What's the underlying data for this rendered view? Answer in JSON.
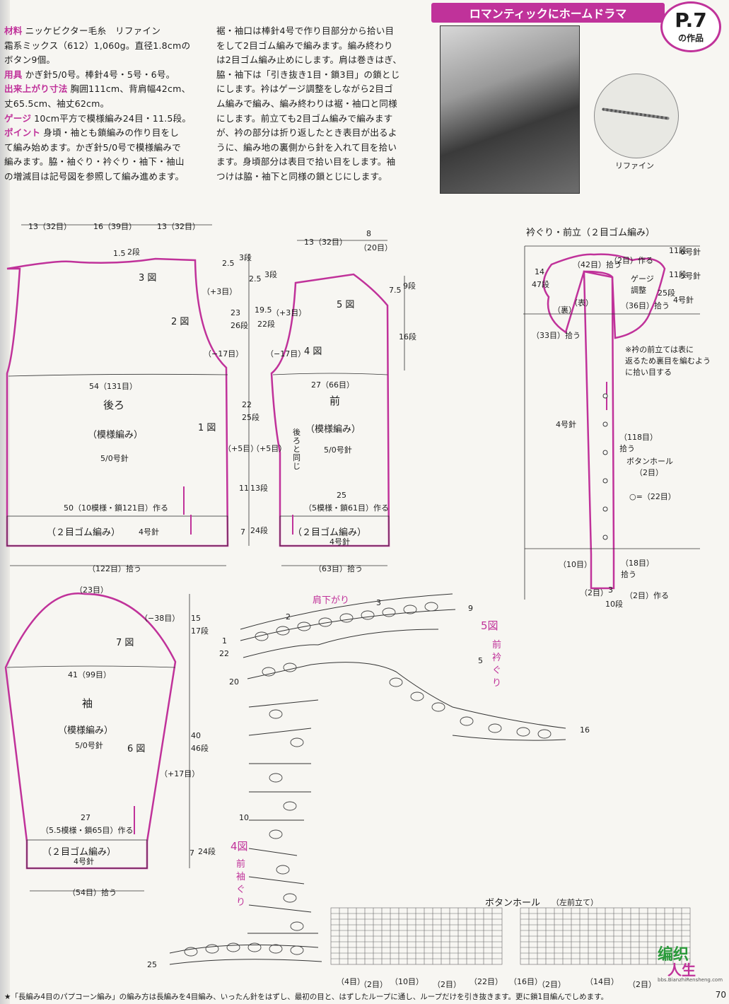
{
  "header": {
    "title": "ロマンティックにホームドラマ",
    "page_ref": "P.7",
    "page_ref_label": "の作品"
  },
  "materials": {
    "yarn_label": "材料",
    "yarn": "ニッケビクター毛糸　リファイン",
    "yarn2": "霜系ミックス（612）1,060g。直径1.8cmの",
    "yarn3": "ボタン9個。",
    "tools_label": "用具",
    "tools": "かぎ針5/0号。棒針4号・5号・6号。",
    "size_label": "出来上がり寸法",
    "size": "胸囲111cm、背肩幅42cm、",
    "size2": "丈65.5cm、袖丈62cm。",
    "gauge_label": "ゲージ",
    "gauge": "10cm平方で模様編み24目・11.5段。",
    "point_label": "ポイント",
    "point": "身頃・袖とも鎖編みの作り目をし",
    "point2": "て編み始めます。かぎ針5/0号で模様編みで",
    "point3": "編みます。脇・袖ぐり・衿ぐり・袖下・袖山",
    "point4": "の増減目は記号図を参照して編み進めます。"
  },
  "instructions": [
    "裾・袖口は棒針4号で作り目部分から拾い目",
    "をして2目ゴム編みで編みます。編み終わり",
    "は2目ゴム編み止めにします。肩は巻きはぎ、",
    "脇・袖下は「引き抜き1目・鎖3目」の鎖とじ",
    "にします。衿はゲージ調整をしながら2目ゴ",
    "ム編みで編み、編み終わりは裾・袖口と同様",
    "にします。前立ても2目ゴム編みで編みます",
    "が、衿の部分は折り返したとき表目が出るよ",
    "うに、編み地の裏側から針を入れて目を拾い",
    "ます。身頃部分は表目で拾い目をします。袖",
    "つけは脇・袖下と同様の鎖とじにします。"
  ],
  "yarn_sample_label": "リファイン",
  "back": {
    "name": "後ろ",
    "stitch": "（模様編み）",
    "needle": "5/0号針",
    "top_left": "13（32目）",
    "top_mid": "16（39目）",
    "top_right": "13（32目）",
    "neck": "1.5",
    "neck_rows": "2段",
    "fig3": "3 図",
    "fig2": "2 図",
    "fig1": "1 図",
    "plus3": "（+3目）",
    "minus17": "（−17目）",
    "width": "54（131目）",
    "cast": "50（10模様・鎖121目）作る",
    "rib": "（２目ゴム編み）",
    "rib_needle": "4号針",
    "pickup": "（122目）拾う"
  },
  "mid_dims": {
    "d1": "2.5",
    "d1r": "3段",
    "d2": "2.5",
    "d2r": "3段",
    "d3": "23",
    "d3r": "26段",
    "d4": "19.5",
    "d4r": "22段",
    "d4b": "（+3目）",
    "d5": "22",
    "d5r": "25段",
    "d6a": "（+5目）",
    "d6b": "（+5目）",
    "d7": "11",
    "d7r": "13段",
    "d8": "7",
    "d8r": "24段"
  },
  "front": {
    "name": "前",
    "stitch": "（模様編み）",
    "needle": "5/0号針",
    "top_left": "13（32目）",
    "top_right": "8",
    "top_right_st": "（20目）",
    "right_dim": "7.5",
    "right_dim_r": "9段",
    "right_dim2": "16段",
    "fig5": "5 図",
    "fig4": "4 図",
    "minus17": "（−17目）",
    "width": "27（66目）",
    "same": "後ろと同じ",
    "cast_num": "25",
    "cast": "（5模様・鎖61目）作る",
    "rib": "（２目ゴム編み）",
    "rib_needle": "4号針",
    "pickup": "（63目）拾う"
  },
  "sleeve": {
    "name": "袖",
    "stitch": "（模様編み）",
    "needle": "5/0号針",
    "top": "（23目）",
    "minus38": "（−38目）",
    "fig7": "7 図",
    "fig6": "6 図",
    "width": "41（99目）",
    "plus17": "（+17目）",
    "h1": "15",
    "h1r": "17段",
    "h2": "40",
    "h2r": "46段",
    "h3": "7",
    "h3r": "24段",
    "cast_num": "27",
    "cast": "（5.5模様・鎖65目）作る",
    "rib": "（２目ゴム編み）",
    "rib_needle": "4号針",
    "pickup": "（54目）拾う"
  },
  "collar": {
    "title": "衿ぐり・前立（２目ゴム編み）",
    "a42": "（42目）拾う",
    "a2": "（2目）作る",
    "a11a": "11段",
    "a6": "6号針",
    "a11b": "11段",
    "a5": "5号針",
    "gauge": "ゲージ調整",
    "a25": "25段",
    "a4": "4号針",
    "a36": "（36目）拾う",
    "a14": "14",
    "a47": "47段",
    "back_side": "（裏）",
    "front_side": "（表）",
    "a33": "（33目）拾う",
    "note1": "※衿の前立ては表に",
    "note2": "返るため裏目を編むよう",
    "note3": "に拾い目する",
    "needle4": "4号針",
    "a118": "（118目）拾う",
    "buttonhole": "ボタンホール",
    "bh2": "（2目）",
    "bh22": "○=（22目）",
    "a10": "（10目）",
    "a18": "（18目）拾う",
    "a2b": "（2目）",
    "a3": "3",
    "a10r": "10段",
    "a2c": "（2目）作る"
  },
  "chart": {
    "shoulder": "肩下がり",
    "fig5": "5図",
    "fig5_label": "前衿ぐり",
    "fig4": "4図",
    "fig4_label": "前袖ぐり",
    "rows": [
      "1",
      "2",
      "3",
      "5",
      "9",
      "10",
      "16",
      "20",
      "22",
      "25"
    ]
  },
  "buttonhole_chart": {
    "title": "ボタンホール",
    "subtitle": "（左前立て）",
    "bottom": [
      "（4目）",
      "（2目）",
      "（10目）",
      "（2目）",
      "（22目）",
      "（16目）",
      "（2目）",
      "（14目）",
      "（2目）"
    ]
  },
  "footer": "★「長編み4目のパプコーン編み」の編み方は長編みを4目編み、いったん針をはずし、最初の目と、はずしたループに通し、ループだけを引き抜きます。更に鎖1目編んでしめます。",
  "page_number": "70",
  "watermark": {
    "line1": "编织",
    "line2": "人生",
    "url": "bbs.BianzhiRensheng.com"
  },
  "colors": {
    "accent": "#c0329a",
    "ink": "#1d1d1d",
    "paper": "#f7f6f2"
  }
}
